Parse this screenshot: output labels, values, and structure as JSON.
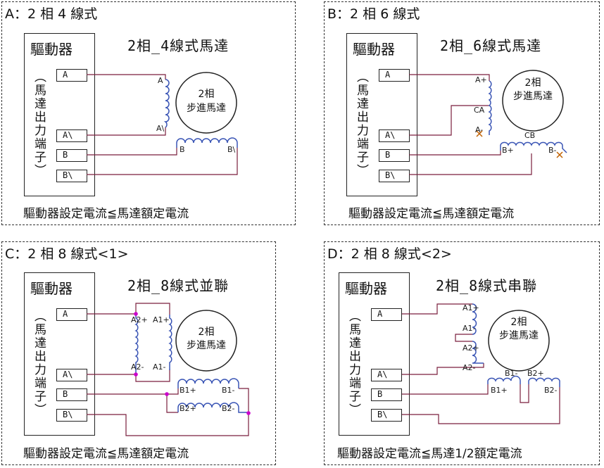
{
  "panels": [
    {
      "id": "A",
      "title": "A：2 相 4 線式",
      "motor_title": "2相_4線式馬達",
      "driver_name": "驅動器",
      "driver_vertical": "（馬達出力端子）",
      "terminals": [
        "A",
        "A\\",
        "B",
        "B\\"
      ],
      "motor_lines": [
        "2相",
        "步進馬達"
      ],
      "coil_labels": [
        "A",
        "A\\",
        "B",
        "B\\"
      ],
      "footer": "驅動器設定電流≦馬達額定電流"
    },
    {
      "id": "B",
      "title": "B：2 相 6 線式",
      "motor_title": "2相_6線式馬達",
      "driver_name": "驅動器",
      "driver_vertical": "（馬達出力端子）",
      "terminals": [
        "A",
        "A\\",
        "B",
        "B\\"
      ],
      "motor_lines": [
        "2相",
        "步進馬達"
      ],
      "coil_labels": [
        "A+",
        "CA",
        "A-",
        "CB",
        "B+",
        "B-"
      ],
      "footer": "驅動器設定電流≦馬達額定電流"
    },
    {
      "id": "C",
      "title": "C：2 相 8 線式<1>",
      "motor_title": "2相_8線式並聯",
      "driver_name": "驅動器",
      "driver_vertical": "（馬達出力端子）",
      "terminals": [
        "A",
        "A\\",
        "B",
        "B\\"
      ],
      "motor_lines": [
        "2相",
        "步進馬達"
      ],
      "coil_labels": [
        "A2+",
        "A1+",
        "A2-",
        "A1-",
        "B1+",
        "B1-",
        "B2+",
        "B2-"
      ],
      "footer": "驅動器設定電流≦馬達額定電流"
    },
    {
      "id": "D",
      "title": "D：2 相 8 線式<2>",
      "motor_title": "2相_8線式串聯",
      "driver_name": "驅動器",
      "driver_vertical": "（馬達出力端子）",
      "terminals": [
        "A",
        "A\\",
        "B",
        "B\\"
      ],
      "motor_lines": [
        "2相",
        "步進馬達"
      ],
      "coil_labels": [
        "A1+",
        "A1-",
        "A2+",
        "A2-",
        "B1-",
        "B2+",
        "B1+",
        "B2-"
      ],
      "footer": "驅動器設定電流≦馬達1/2額定電流"
    }
  ],
  "colors": {
    "wire": "#7a1f3d",
    "coil": "#3a55b5",
    "dot": "#cc00cc",
    "cross": "#c06000",
    "border": "#333333"
  }
}
